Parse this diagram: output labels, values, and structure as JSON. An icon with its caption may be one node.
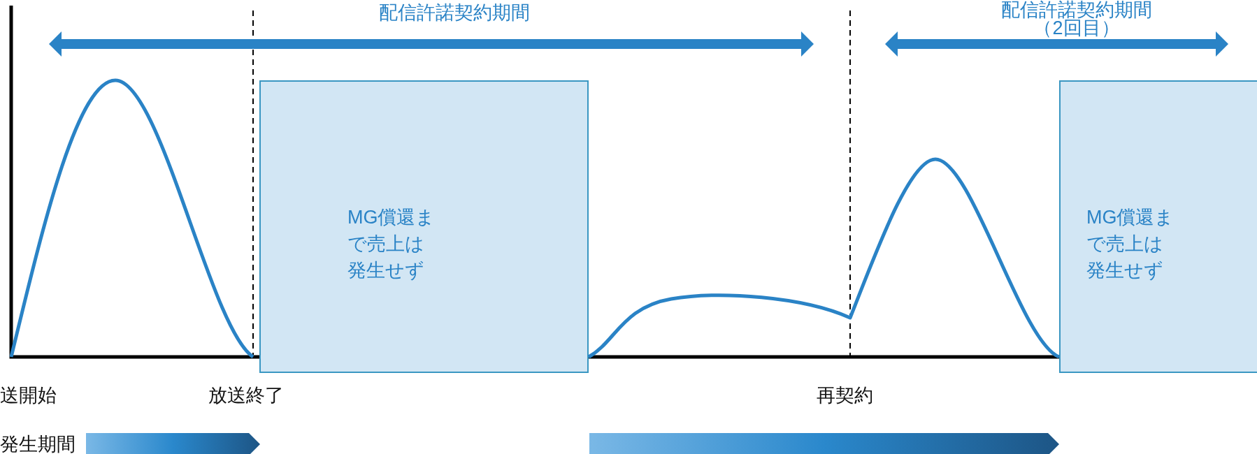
{
  "diagram": {
    "nodes": [
      {
        "text": [
          "MG償還まで売上は発生せず"
        ]
      },
      {
        "text": [
          "MG償還まで売上は発生せず"
        ]
      }
    ],
    "labels": [
      "配信許諾契約期間",
      "配信許諾契約期間",
      "（2回目）",
      "送開始",
      "放送終了",
      "再契約",
      "発生期間"
    ]
  }
}
